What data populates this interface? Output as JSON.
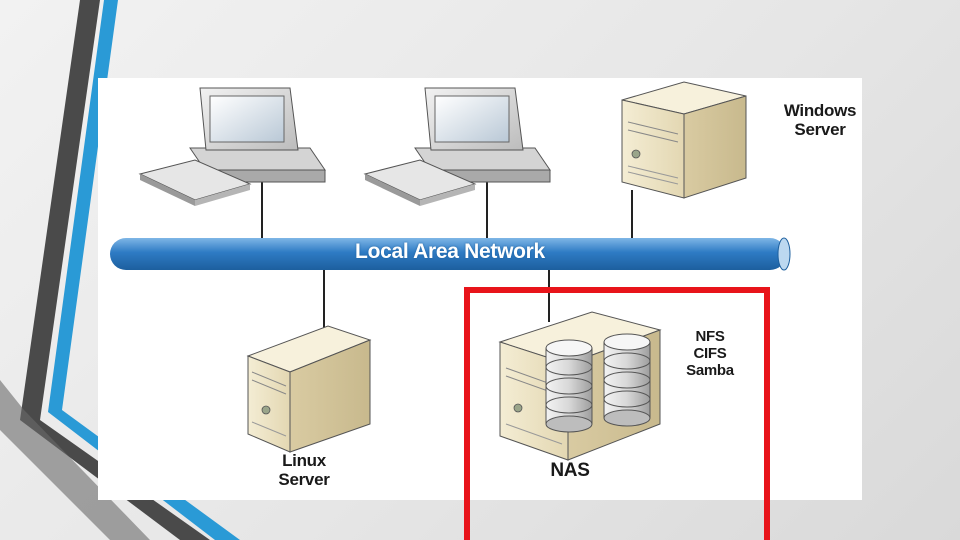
{
  "diagram": {
    "network_label": "Local Area Network",
    "windows_server": {
      "line1": "Windows",
      "line2": "Server"
    },
    "linux_server": {
      "line1": "Linux",
      "line2": "Server"
    },
    "nas_label": "NAS",
    "protocols": [
      "NFS",
      "CIFS",
      "Samba"
    ]
  },
  "colors": {
    "network_bar": "#2e7bc4",
    "highlight_box": "#e8141a",
    "accent_stripe_blue": "#2a9ad6",
    "accent_stripe_dark": "#4a4a4a",
    "server_body": "#efe6c8"
  }
}
